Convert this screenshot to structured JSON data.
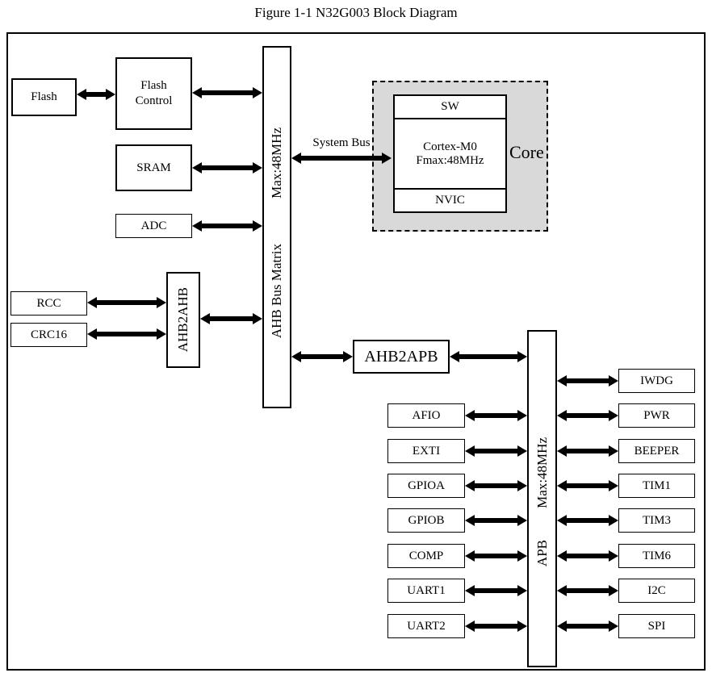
{
  "title": "Figure 1-1 N32G003 Block Diagram",
  "colors": {
    "core_fill": "#d9d9d9",
    "line": "#000000"
  },
  "blocks": {
    "flash": "Flash",
    "flash_control": "Flash\nControl",
    "sram": "SRAM",
    "adc": "ADC",
    "rcc": "RCC",
    "crc16": "CRC16",
    "ahb2ahb": "AHB2AHB",
    "ahb_bus_matrix": {
      "speed": "Max:48MHz",
      "name": "AHB Bus Matrix"
    },
    "system_bus_label": "System Bus",
    "core": {
      "sw": "SW",
      "cpu": "Cortex-M0\nFmax:48MHz",
      "nvic": "NVIC",
      "label": "Core"
    },
    "ahb2apb": "AHB2APB",
    "apb": {
      "speed": "Max:48MHz",
      "name": "APB"
    },
    "apb_left": [
      "AFIO",
      "EXTI",
      "GPIOA",
      "GPIOB",
      "COMP",
      "UART1",
      "UART2"
    ],
    "apb_right": [
      "IWDG",
      "PWR",
      "BEEPER",
      "TIM1",
      "TIM3",
      "TIM6",
      "I2C",
      "SPI"
    ]
  }
}
